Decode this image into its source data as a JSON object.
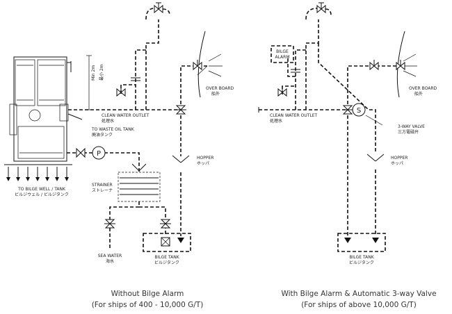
{
  "left_diagram": {
    "caption_line1": "Without Bilge Alarm",
    "caption_line2": "(For ships of 400 - 10,000 G/T)",
    "min_label_en": "Min 2m",
    "min_label_jp": "最小 2m",
    "overboard_en": "OVER BOARD",
    "overboard_jp": "船外",
    "clean_outlet_en": "CLEAN WATER OUTLET",
    "clean_outlet_jp": "処理水",
    "waste_oil_en": "TO WASTE OIL TANK",
    "waste_oil_jp": "廃油タンク",
    "hopper_en": "HOPPER",
    "hopper_jp": "ホッパ",
    "strainer_en": "STRAINER",
    "strainer_jp": "ストレーナ",
    "pump_symbol": "P",
    "bilge_well_en": "TO BILGE WELL / TANK",
    "bilge_well_jp": "ビルジウェル / ビルジタンク",
    "sea_water_en": "SEA WATER",
    "sea_water_jp": "海水",
    "bilge_tank_en": "BILGE TANK",
    "bilge_tank_jp": "ビルジタンク"
  },
  "right_diagram": {
    "caption_line1": "With Bilge Alarm & Automatic 3-way Valve",
    "caption_line2": "(For ships of above 10,000 G/T)",
    "bilge_alarm_line1": "BILGE",
    "bilge_alarm_line2": "ALARM",
    "overboard_en": "OVER BOARD",
    "overboard_jp": "船外",
    "clean_outlet_en": "CLEAN WATER OUTLET",
    "clean_outlet_jp": "処理水",
    "three_way_en": "3-WAY VALVE",
    "three_way_jp": "三方電磁弁",
    "solenoid_symbol": "S",
    "hopper_en": "HOPPER",
    "hopper_jp": "ホッパ",
    "bilge_tank_en": "BILGE TANK",
    "bilge_tank_jp": "ビルジタンク"
  }
}
